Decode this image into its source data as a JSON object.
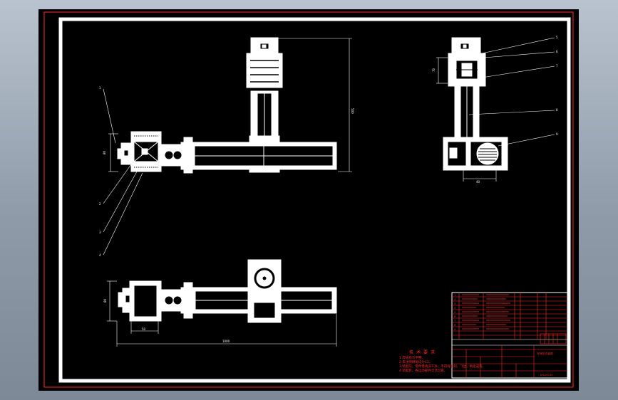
{
  "drawing": {
    "colors": {
      "background": "#000000",
      "outline": "#ffffff",
      "frame_red": "#ff2a2a",
      "titleblock": "#ff2a2a"
    },
    "leader_labels_front": [
      "1",
      "2",
      "3",
      "4"
    ],
    "leader_labels_side": [
      "5",
      "6",
      "7",
      "8",
      "9"
    ],
    "dimensions": {
      "front_vertical": "500",
      "front_left_height": "80",
      "side_height": "70",
      "side_bottom": "40",
      "bottom_left": "80",
      "bottom_total": "1000",
      "bottom_small": "50"
    },
    "notes": {
      "title": "技术要求",
      "lines": [
        "1.焊缝均匀平整。",
        "2.未注明倒角均为C1。",
        "3.装配前，零件需清洗干净，不得有毛刺、飞边、氧化皮等。",
        "4.装配后，各运动部件灵活可靠。"
      ]
    },
    "title_block": {
      "rows": [
        "1",
        "2",
        "3",
        "4",
        "5",
        "6",
        "7",
        "8",
        "9"
      ],
      "drawing_name": "机械手总装图",
      "drawing_no": "JXS-00-00"
    }
  }
}
